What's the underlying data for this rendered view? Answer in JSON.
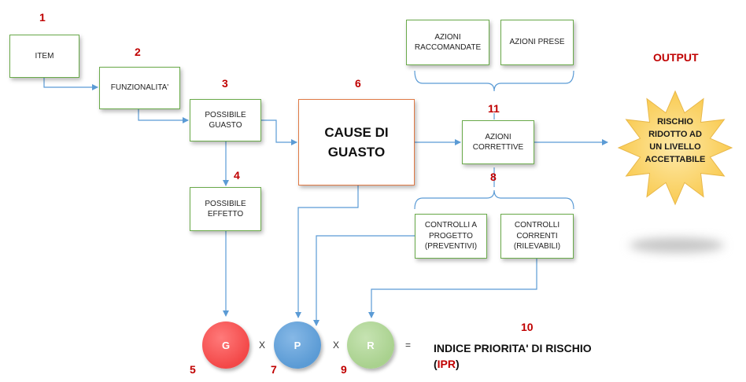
{
  "numbers": {
    "n1": "1",
    "n2": "2",
    "n3": "3",
    "n4": "4",
    "n5": "5",
    "n6": "6",
    "n7": "7",
    "n8": "8",
    "n9": "9",
    "n10": "10",
    "n11": "11"
  },
  "boxes": {
    "item": "ITEM",
    "funzionalita": "FUNZIONALITA'",
    "possibile_guasto": "POSSIBILE\nGUASTO",
    "possibile_effetto": "POSSIBILE\nEFFETTO",
    "cause_di_guasto": "CAUSE DI\nGUASTO",
    "azioni_raccomandate": "AZIONI\nRACCOMANDATE",
    "azioni_prese": "AZIONI PRESE",
    "azioni_correttive": "AZIONI\nCORRETTIVE",
    "controlli_progetto": "CONTROLLI A\nPROGETTO\n(PREVENTIVI)",
    "controlli_correnti": "CONTROLLI\nCORRENTI\n(RILEVABILI)"
  },
  "output": {
    "title": "OUTPUT",
    "star_text": "RISCHIO\nRIDOTTO AD\nUN LIVELLO\nACCETTABILE"
  },
  "formula": {
    "g": "G",
    "p": "P",
    "r": "R",
    "times1": "X",
    "times2": "X",
    "equals": "=",
    "result_line1": "INDICE PRIORITA' DI RISCHIO",
    "result_open": "(",
    "result_ipr": "IPR",
    "result_close": ")"
  },
  "colors": {
    "accent_red": "#c00000",
    "box_border": "#6aaa4a",
    "cause_border": "#e07a45",
    "wire_blue": "#5b9bd5",
    "circle_g": "#f34848",
    "circle_p": "#5b9bd5",
    "circle_r": "#a9d18e",
    "star_fill": "#fcd561"
  }
}
